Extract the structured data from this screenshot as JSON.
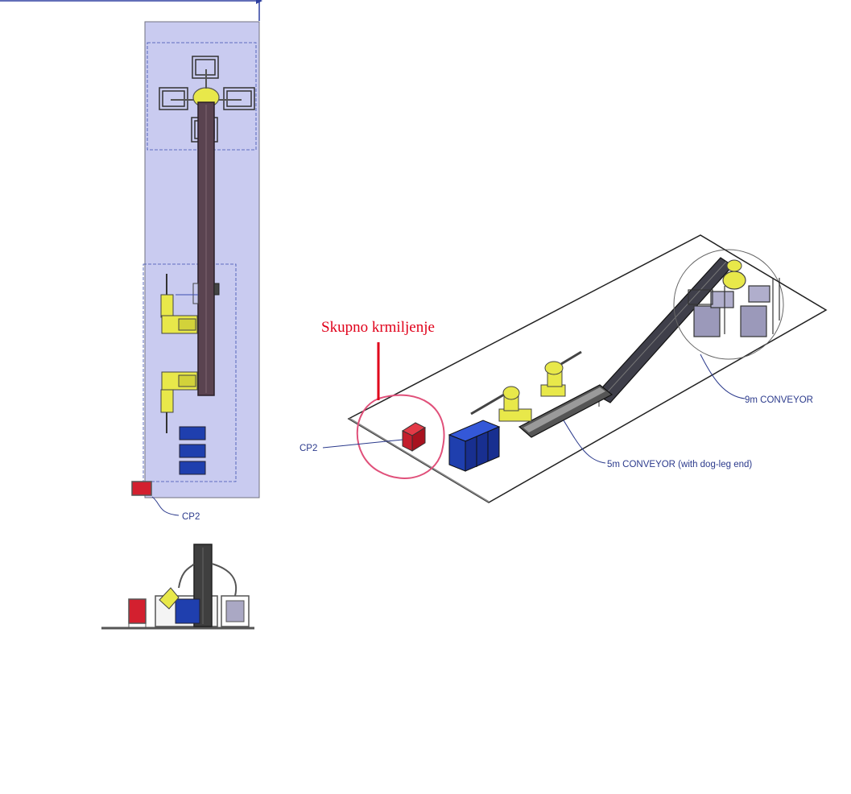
{
  "annotation": {
    "title": "Skupno krmiljenje",
    "color": "#e0001a"
  },
  "labels": {
    "cp2_plan": "CP2",
    "cp2_iso": "CP2",
    "conveyor_9m": "9m CONVEYOR",
    "conveyor_5m": "5m CONVEYOR  (with dog-leg end)"
  },
  "colors": {
    "plan_background": "#c9cbf0",
    "conveyor": "#5a4350",
    "robot": "#e8e84a",
    "bins": "#1f3fae",
    "control_panel": "#d3202f",
    "label_text": "#2b3a8c",
    "highlight_circle": "#e0507a"
  }
}
